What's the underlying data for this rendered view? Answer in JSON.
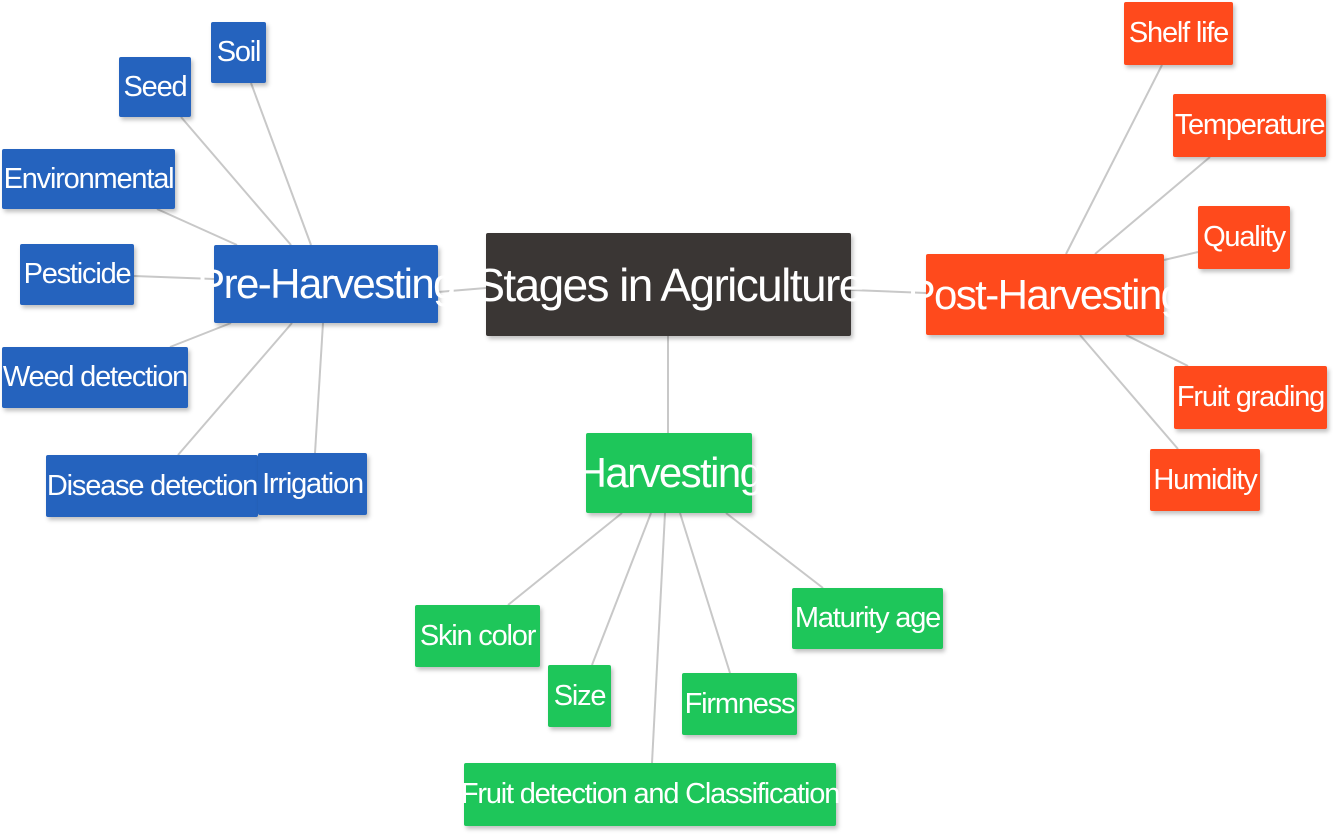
{
  "diagram": {
    "root": "Stages in Agriculture",
    "pre_harvesting": {
      "label": "Pre-Harvesting",
      "children": [
        "Soil",
        "Seed",
        "Environmental",
        "Pesticide",
        "Weed detection",
        "Disease detection",
        "Irrigation"
      ]
    },
    "harvesting": {
      "label": "Harvesting",
      "children": [
        "Skin color",
        "Size",
        "Firmness",
        "Maturity age",
        "Fruit detection and Classification"
      ]
    },
    "post_harvesting": {
      "label": "Post-Harvesting",
      "children": [
        "Shelf life",
        "Temperature",
        "Quality",
        "Fruit grading",
        "Humidity"
      ]
    },
    "colors": {
      "pre": "#2563be",
      "harvest": "#1ec65a",
      "post": "#ff4a1c",
      "root": "#3a3634",
      "link": "#c8c8c8"
    }
  }
}
